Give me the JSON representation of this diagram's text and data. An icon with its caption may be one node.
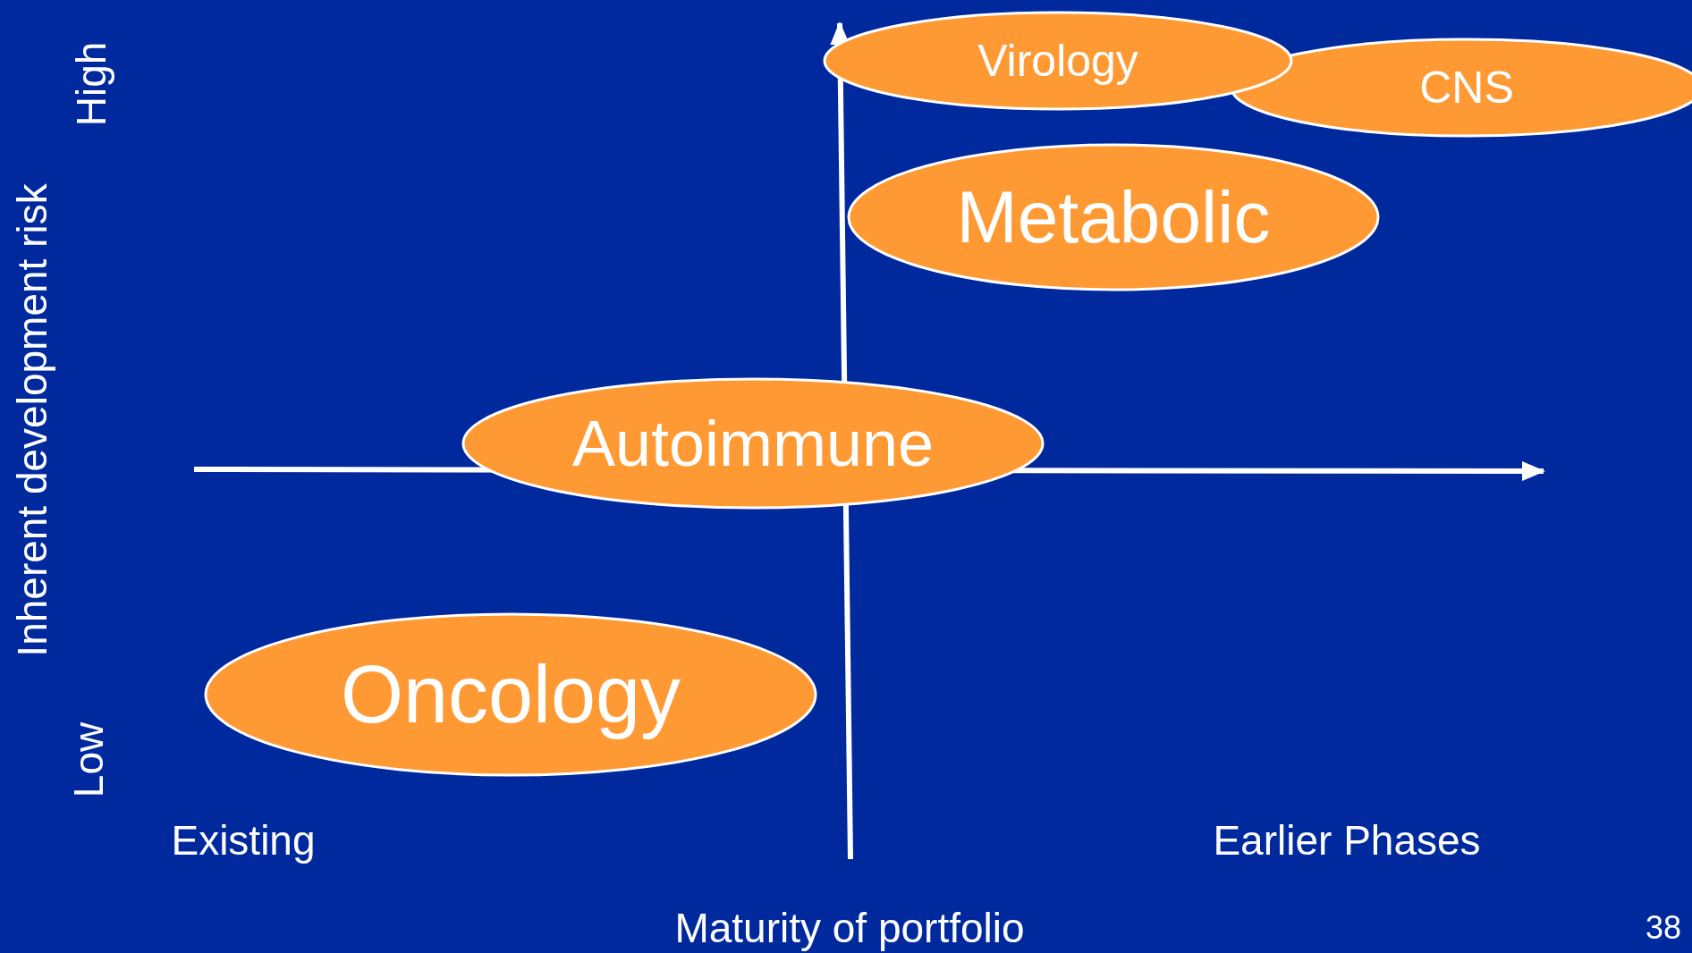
{
  "diagram": {
    "nodes": [
      {
        "text": [
          "Virology"
        ]
      },
      {
        "text": [
          "CNS"
        ]
      },
      {
        "text": [
          "Metabolic"
        ]
      },
      {
        "text": [
          "Autoimmune"
        ]
      },
      {
        "text": [
          "Oncology"
        ]
      }
    ],
    "labels": [
      "High",
      "Inherent development risk",
      "Low",
      "Existing",
      "Earlier Phases",
      "Maturity of portfolio",
      "38"
    ]
  }
}
